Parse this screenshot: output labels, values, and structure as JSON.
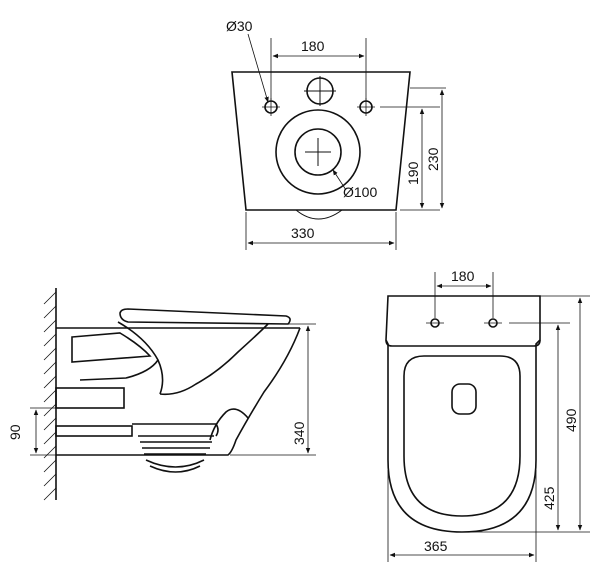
{
  "top_view": {
    "hole_diameter": "Ø30",
    "hole_spacing": "180",
    "outlet_diameter": "Ø100",
    "outlet_height": "190",
    "overall_height": "230",
    "overall_width": "330"
  },
  "side_view": {
    "mount_height": "90",
    "total_height": "340"
  },
  "plan_view": {
    "hole_spacing": "180",
    "overall_length": "490",
    "bowl_length": "425",
    "overall_width": "365"
  }
}
